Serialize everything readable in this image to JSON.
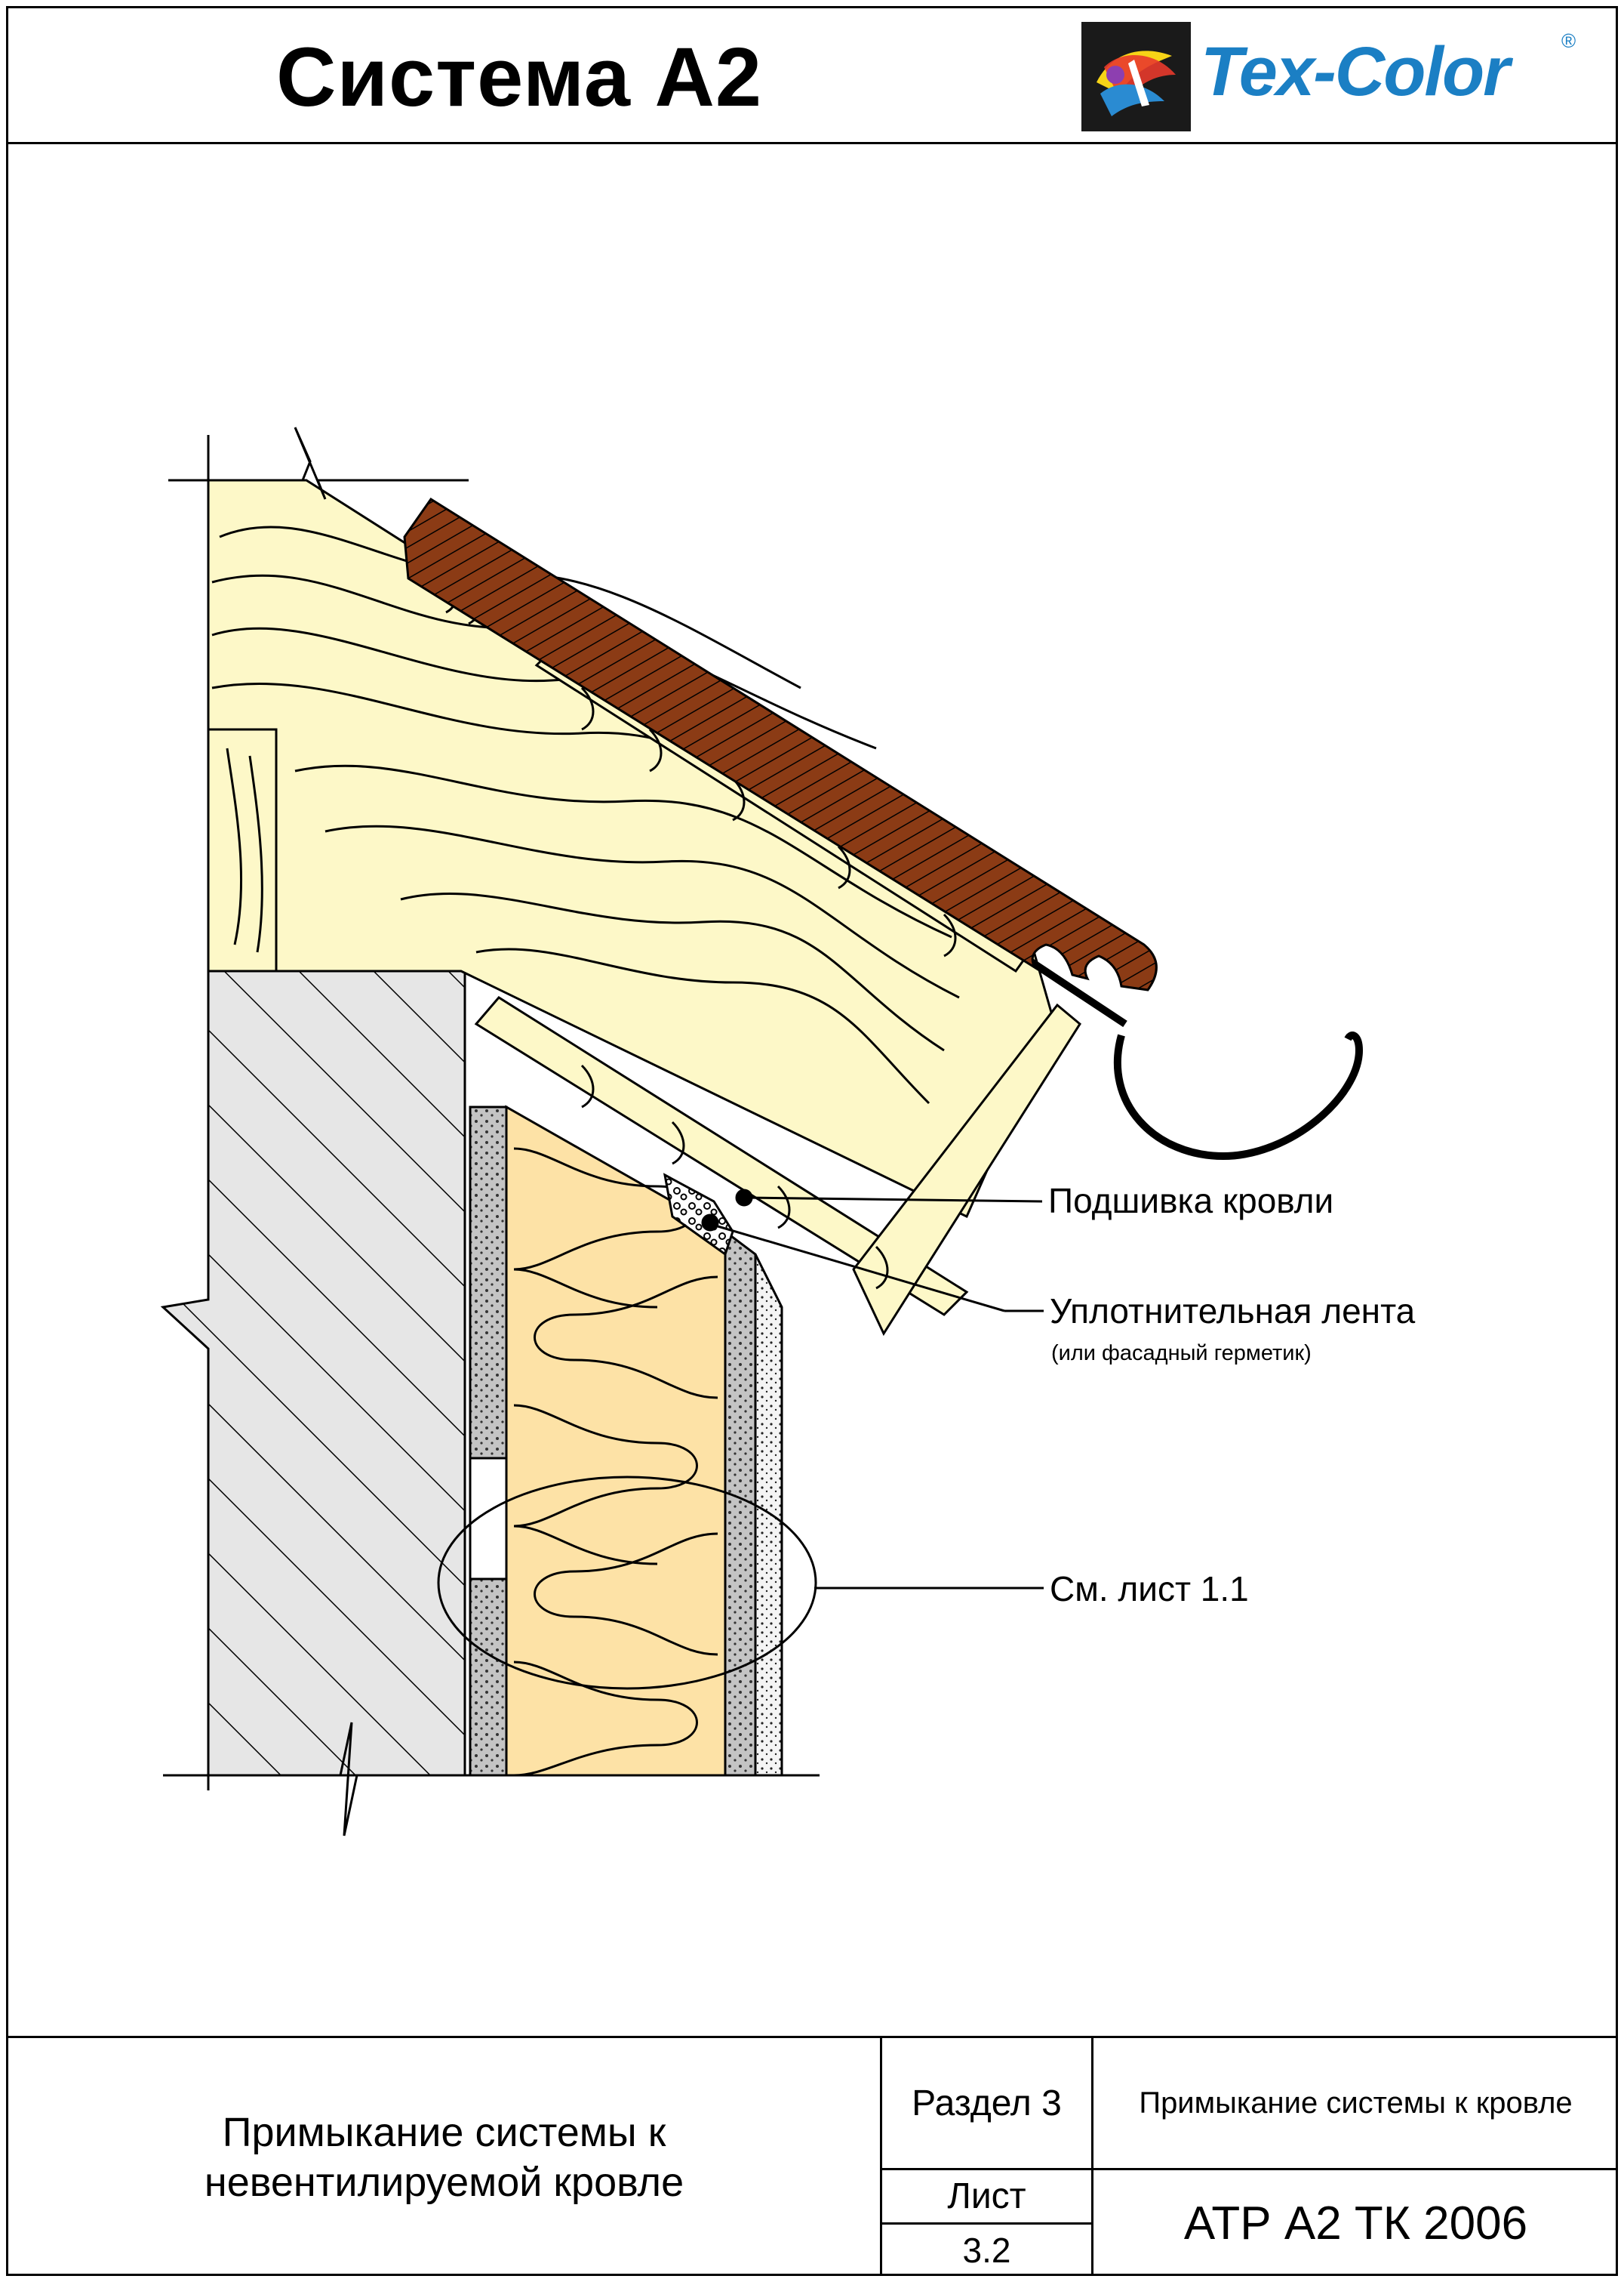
{
  "header": {
    "title": "Система А2",
    "logo_text": "Tex-Color",
    "logo_mark": "®"
  },
  "drawing": {
    "callouts": {
      "soffit": "Подшивка кровли",
      "sealing_tape": "Уплотнительная лента",
      "sealing_tape_note": "(или фасадный герметик)",
      "see_sheet": "См. лист 1.1"
    },
    "colors": {
      "wood": "#fdf8c8",
      "insulation": "#fde2a6",
      "masonry": "#e6e6e6",
      "roof_tile": "#8b3b15",
      "adhesive": "#c4c4c4",
      "plaster": "#ededed",
      "logo_blue": "#1b7fc4"
    }
  },
  "footer": {
    "description_line1": "Примыкание системы к",
    "description_line2": "невентилируемой кровле",
    "section": "Раздел 3",
    "sheet_title": "Примыкание системы к кровле",
    "sheet_label": "Лист",
    "sheet_number": "3.2",
    "code": "АТР А2 ТК 2006"
  }
}
